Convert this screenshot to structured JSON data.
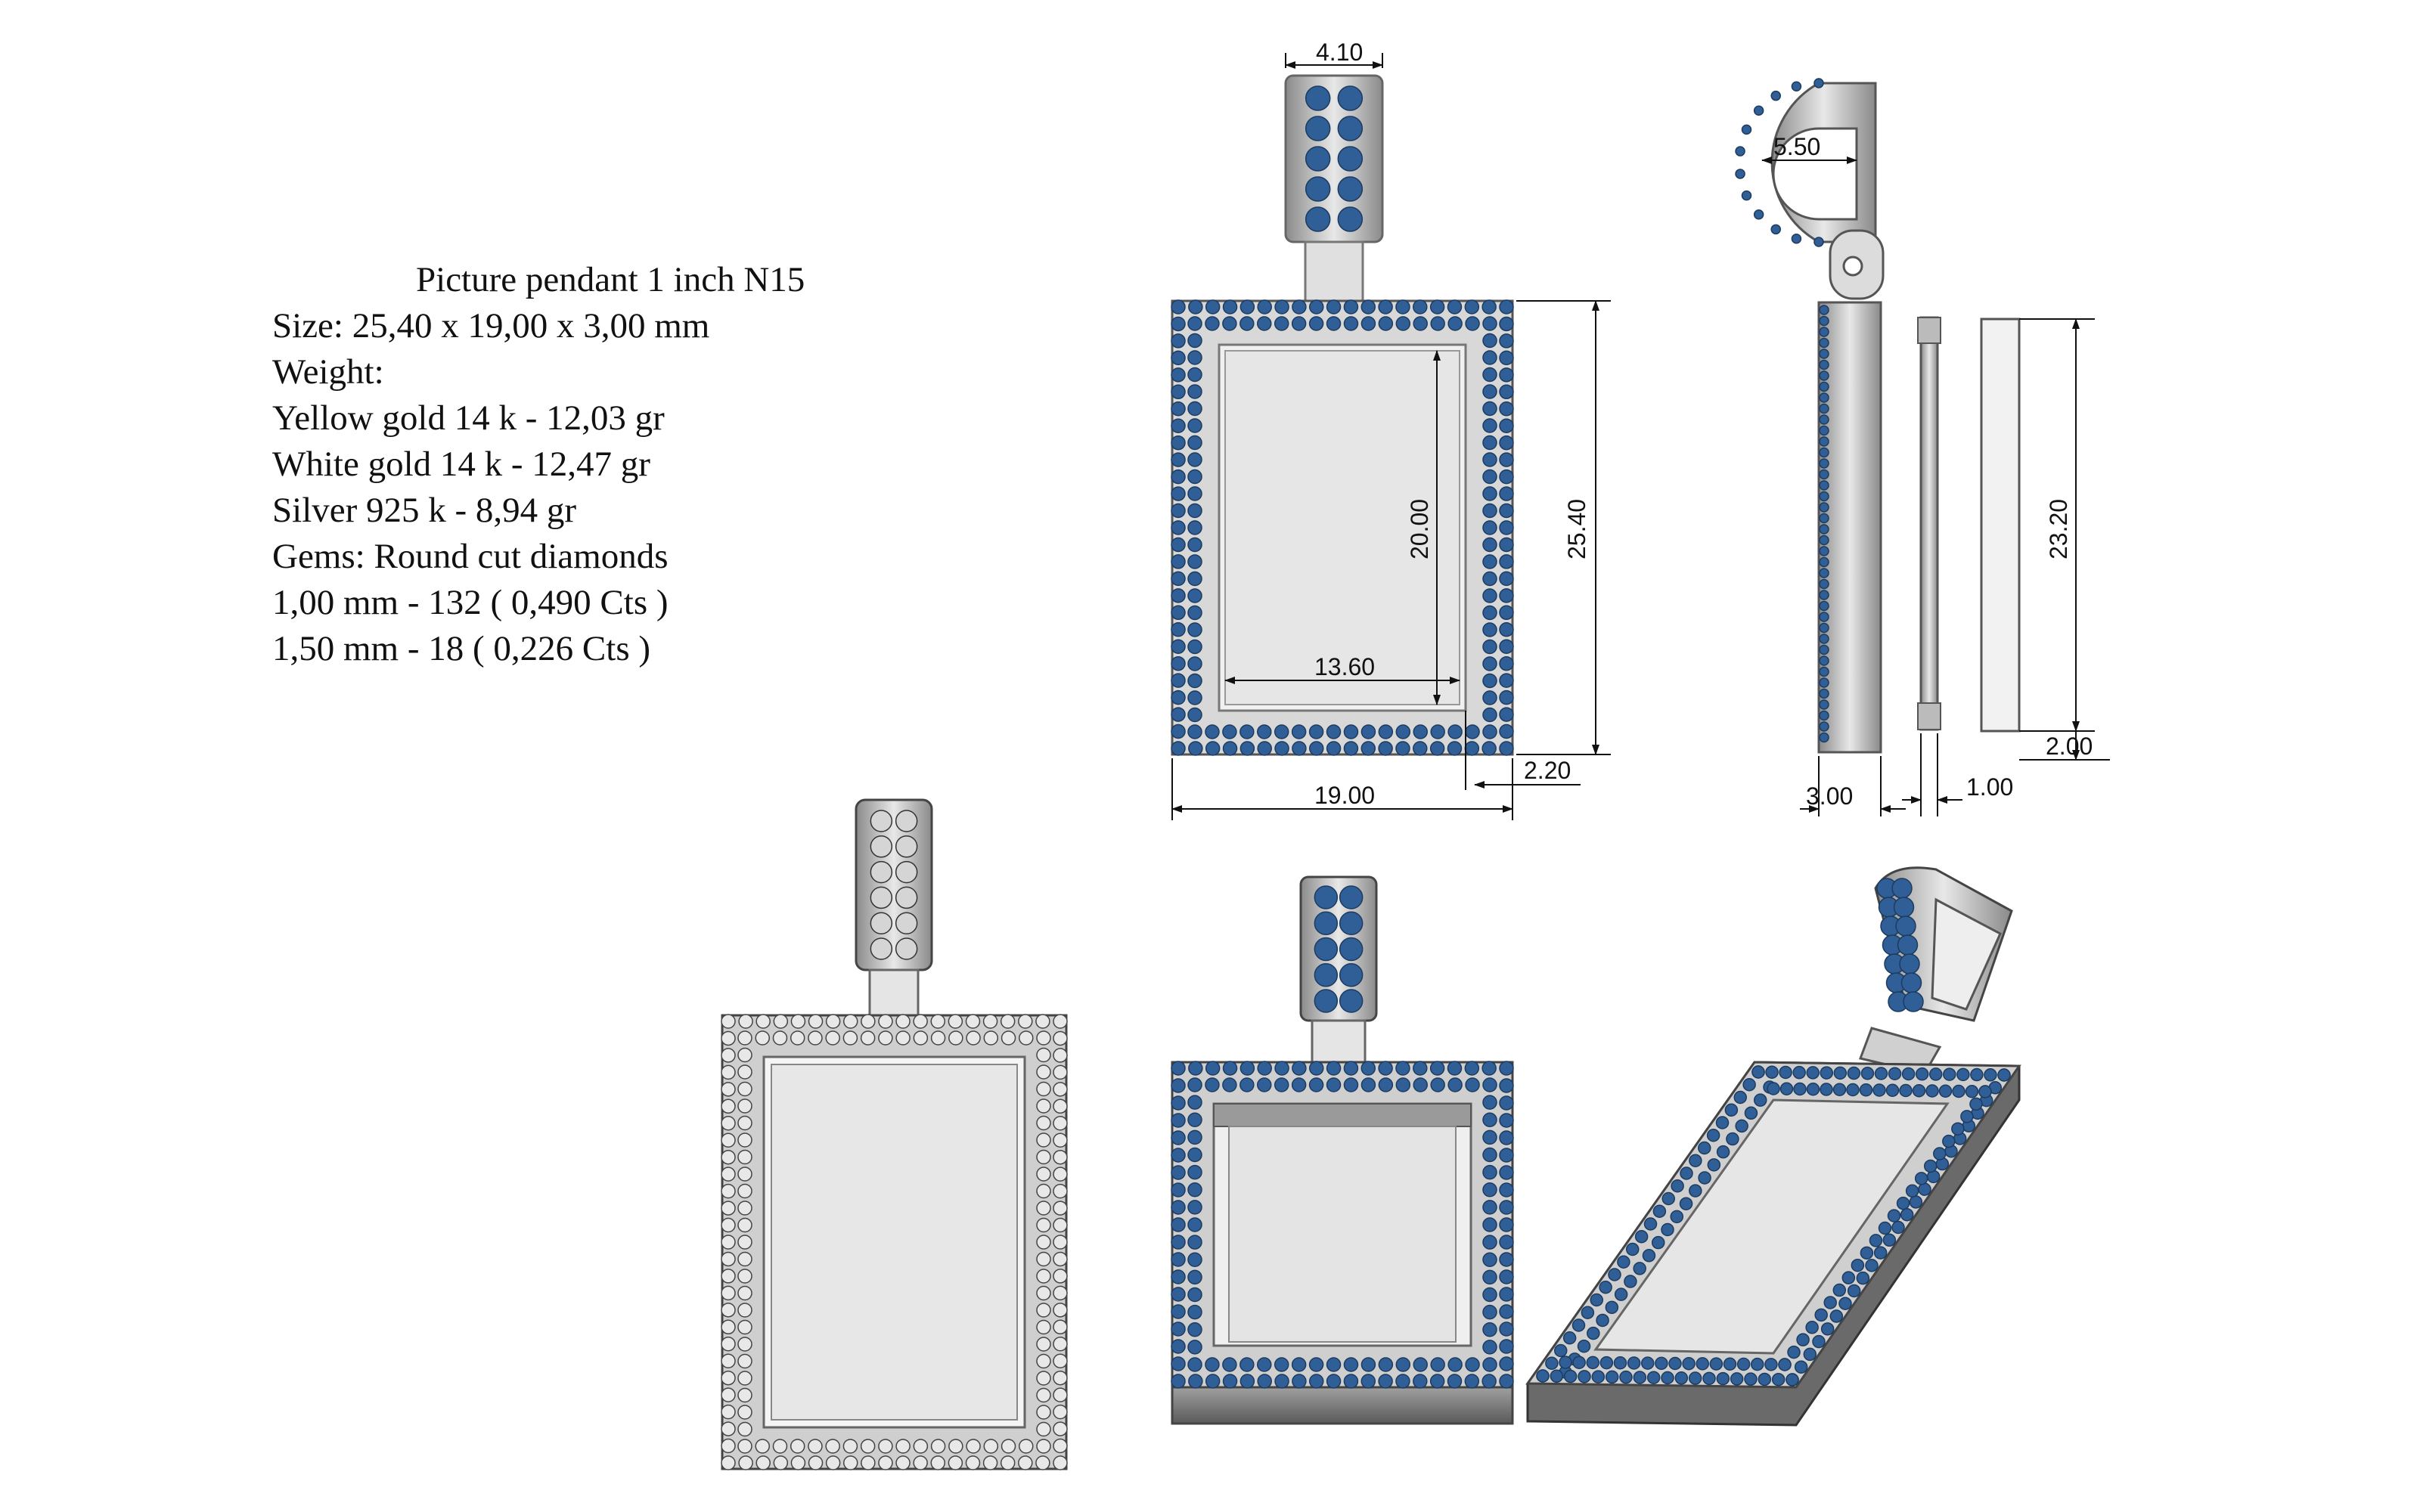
{
  "spec": {
    "title": "Picture pendant  1 inch N15",
    "lines": [
      "Size: 25,40 x 19,00 x 3,00 mm",
      "Weight:",
      "Yellow gold 14 k - 12,03 gr",
      "White gold 14 k - 12,47 gr",
      "Silver 925 k - 8,94 gr",
      "Gems: Round cut diamonds",
      "1,00 mm - 132 ( 0,490 Cts )",
      "1,50 mm - 18 ( 0,226 Cts )"
    ]
  },
  "dimensions": {
    "bail_width": "4.10",
    "bail_inner": "5.50",
    "inner_height": "20.00",
    "outer_height": "25.40",
    "inner_width": "13.60",
    "outer_width": "19.00",
    "border": "2.20",
    "thickness": "3.00",
    "plate_thickness": "1.00",
    "plate_height": "23.20",
    "plate_offset": "2.00"
  },
  "colors": {
    "gem": "#2f5f96",
    "metal": "#c9c9c9",
    "metal_dark": "#7a7a7a",
    "plate": "#e3e3e3"
  }
}
